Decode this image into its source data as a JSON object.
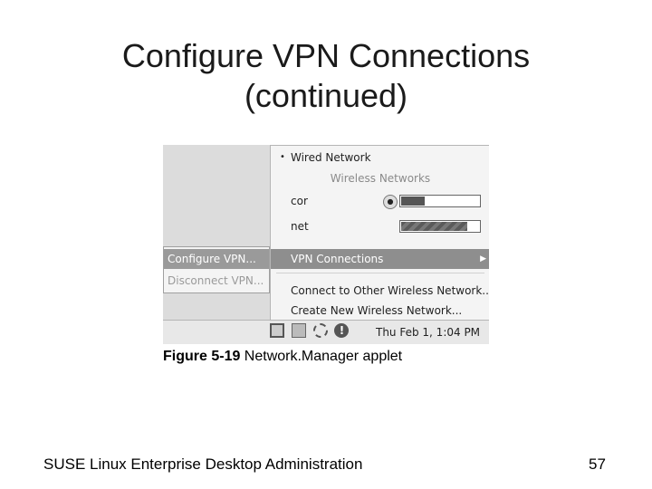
{
  "slide": {
    "title_line1": "Configure VPN Connections",
    "title_line2": "(continued)",
    "caption_figure": "Figure 5-19",
    "caption_text": " Network.Manager applet",
    "footer_left": "SUSE Linux Enterprise Desktop Administration",
    "page_number": "57"
  },
  "menu": {
    "wired_bullet": "•",
    "wired_network": "Wired Network",
    "wireless_heading": "Wireless Networks",
    "networks": [
      {
        "name": "cor",
        "signal": 0.3,
        "secure": true
      },
      {
        "name": "net",
        "signal": 0.85,
        "secure": false
      }
    ],
    "vpn_connections": "VPN Connections",
    "connect_other": "Connect to Other Wireless Network...",
    "create_new": "Create New Wireless Network..."
  },
  "submenu": {
    "configure_vpn": "Configure VPN...",
    "disconnect_vpn": "Disconnect VPN..."
  },
  "panel": {
    "clock": "Thu Feb  1,  1:04 PM",
    "icons": [
      "network-icon",
      "document-icon",
      "settings-icon",
      "alert-icon"
    ]
  },
  "colors": {
    "highlight": "#8e8e8e",
    "menu_bg": "#f4f4f4"
  }
}
